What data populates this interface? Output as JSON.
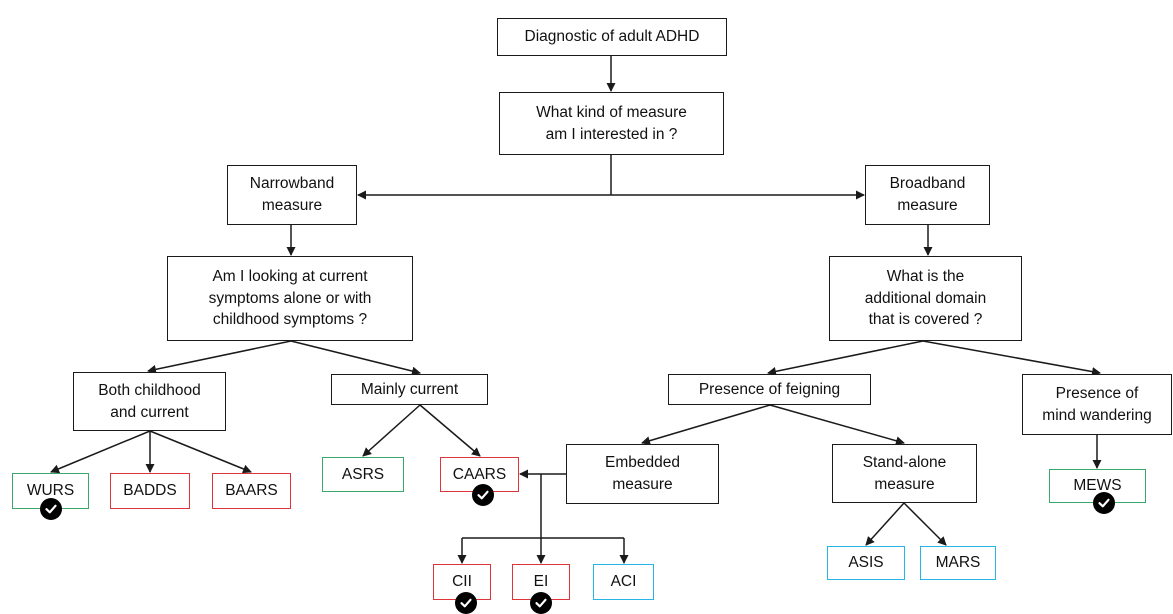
{
  "nodes": {
    "root": "Diagnostic of adult ADHD",
    "q_measure": "What kind of measure\nam I interested in ?",
    "narrowband": "Narrowband\nmeasure",
    "broadband": "Broadband\nmeasure",
    "q_symptoms": "Am I looking at current\nsymptoms alone or with\nchildhood symptoms ?",
    "q_domain": "What is the\nadditional domain\nthat is covered ?",
    "both": "Both childhood\nand current",
    "mainly": "Mainly current",
    "feigning": "Presence of feigning",
    "mindwandering": "Presence of\nmind wandering",
    "embedded": "Embedded\nmeasure",
    "standalone": "Stand-alone\nmeasure",
    "wurs": "WURS",
    "badds": "BADDS",
    "baars": "BAARS",
    "asrs": "ASRS",
    "caars": "CAARS",
    "cii": "CII",
    "ei": "EI",
    "aci": "ACI",
    "asis": "ASIS",
    "mars": "MARS",
    "mews": "MEWS"
  },
  "colors": {
    "green": "#3aa86b",
    "red": "#e0343a",
    "cyan": "#27b5e6",
    "line": "#1a1a1a",
    "check_badge": "#000000"
  },
  "checked_items": [
    "WURS",
    "CAARS",
    "CII",
    "EI",
    "MEWS"
  ]
}
